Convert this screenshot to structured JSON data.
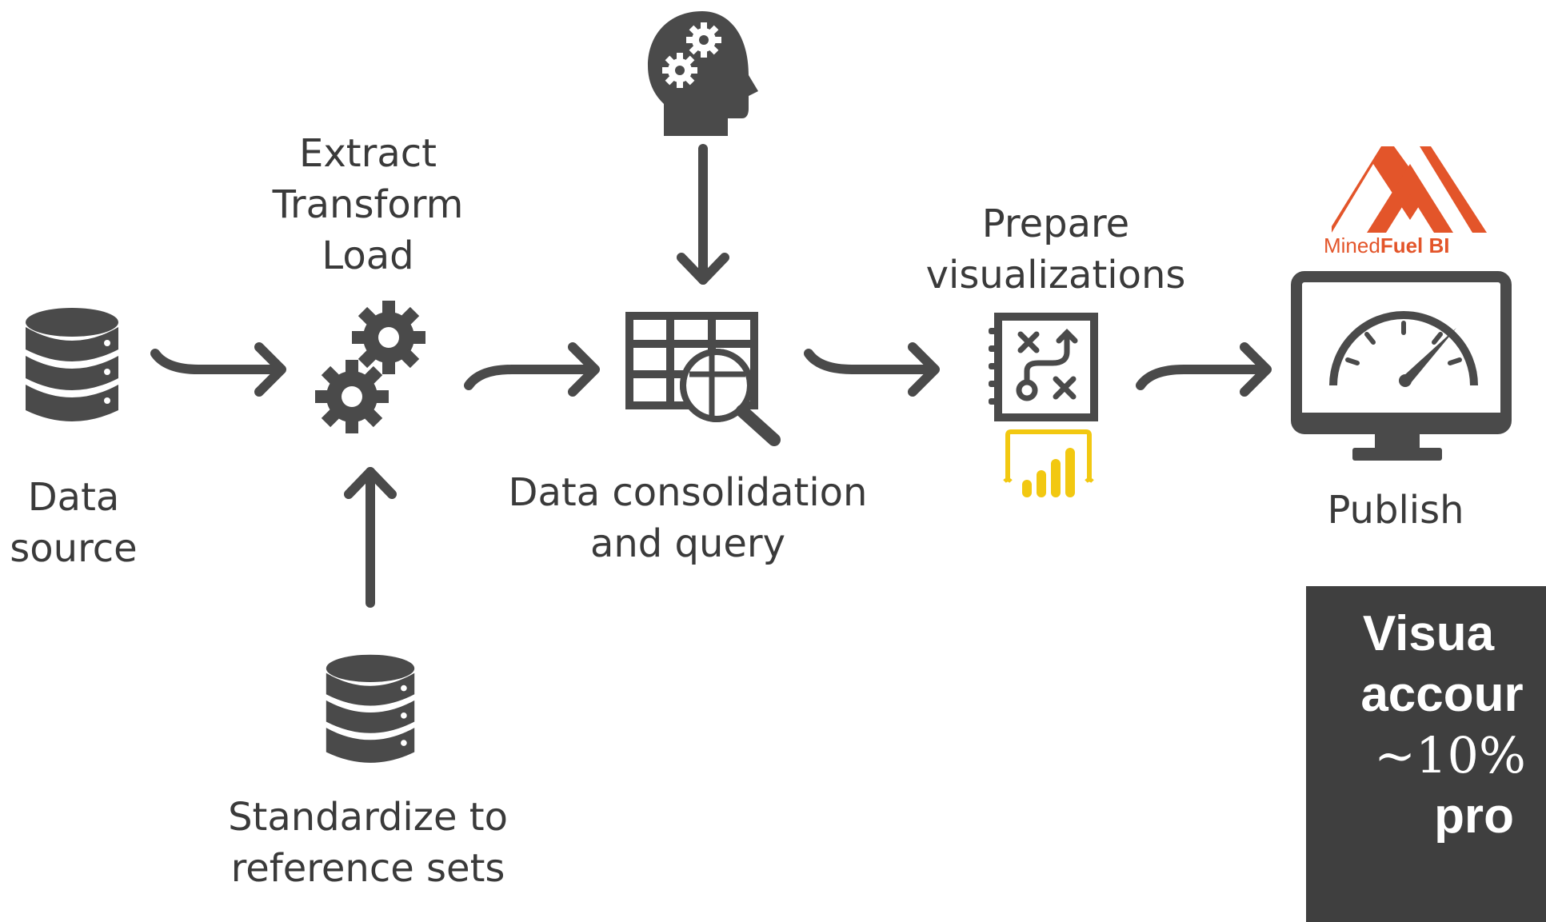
{
  "steps": {
    "data_source": {
      "line1": "Data",
      "line2": "source"
    },
    "etl": {
      "line1": "Extract",
      "line2": "Transform",
      "line3": "Load"
    },
    "standardize": {
      "line1": "Standardize to",
      "line2": "reference sets"
    },
    "consolidation": {
      "line1": "Data consolidation",
      "line2": "and query"
    },
    "prepare": {
      "line1": "Prepare",
      "line2": "visualizations"
    },
    "publish": {
      "label": "Publish"
    }
  },
  "brand": {
    "part1": "Mined",
    "part2": "Fuel BI"
  },
  "callout": {
    "line1": "Visua",
    "line2": "accour",
    "line3": "~10%",
    "line4": "pro"
  },
  "colors": {
    "icon": "#4a4a4a",
    "brand_orange": "#e3552a",
    "powerbi_yellow": "#f2c811",
    "callout_bg": "#3f3f3f"
  },
  "icons": [
    "database-icon",
    "gears-icon",
    "database-icon",
    "head-gears-icon",
    "table-search-icon",
    "strategy-board-icon",
    "powerbi-icon",
    "monitor-dashboard-icon",
    "minedfuel-logo"
  ]
}
